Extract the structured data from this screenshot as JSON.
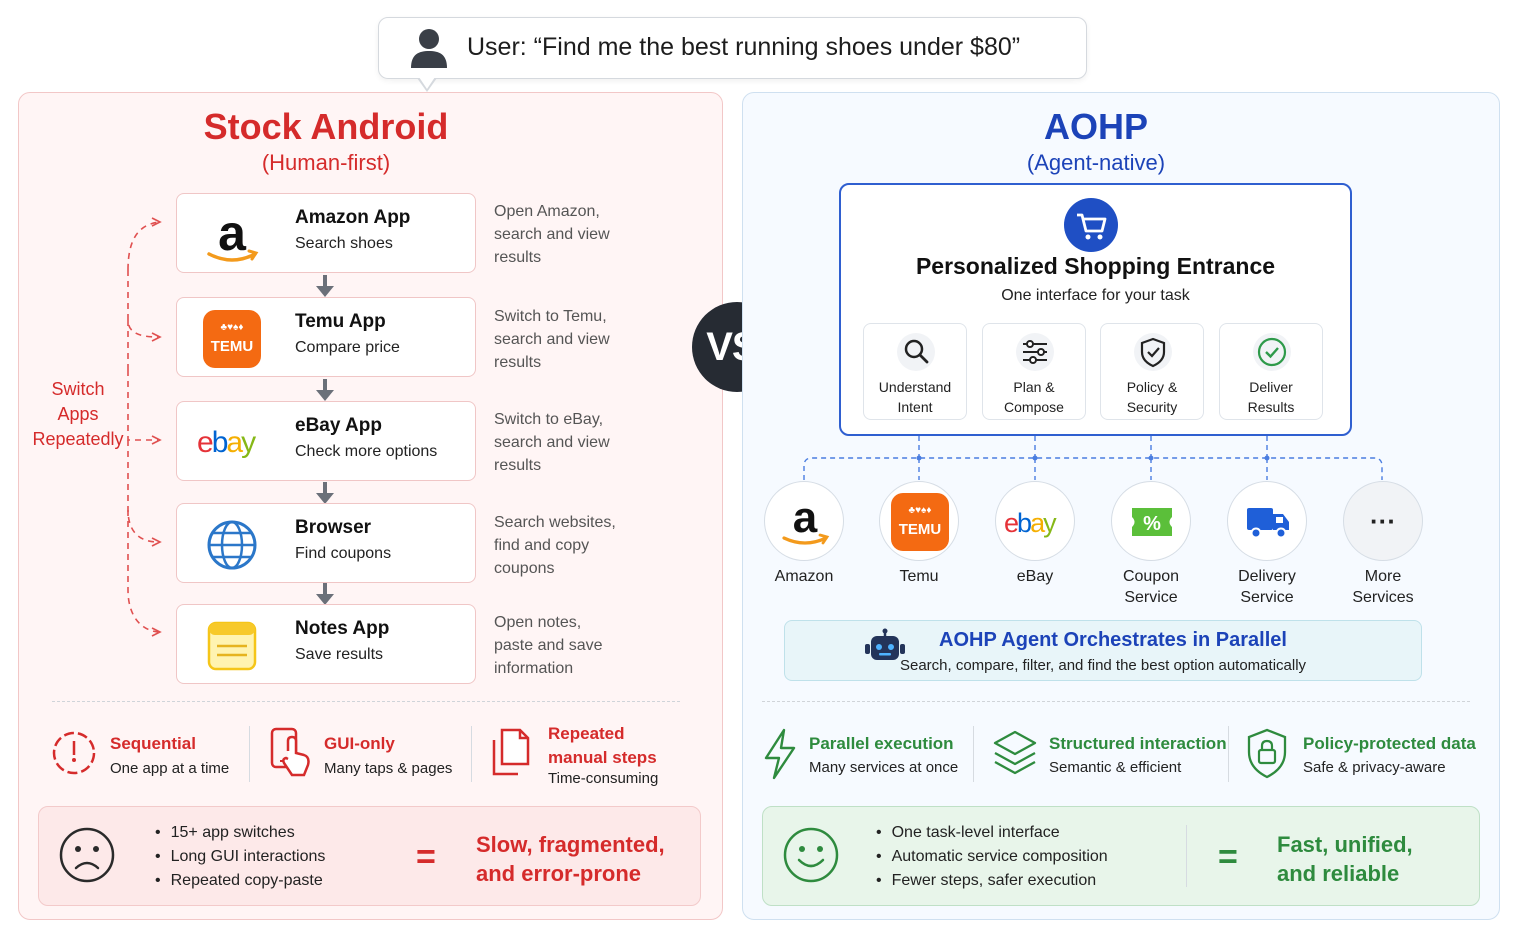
{
  "user_prompt": "User: “Find me the best running shoes under $80”",
  "vs_label": "VS.",
  "left": {
    "title": "Stock Android",
    "subtitle": "(Human-first)",
    "switch_label": [
      "Switch",
      "Apps",
      "Repeatedly"
    ],
    "apps": [
      {
        "icon": "amazon-logo",
        "title": "Amazon App",
        "sub": "Search shoes",
        "desc": [
          "Open Amazon,",
          "search and view",
          "results"
        ]
      },
      {
        "icon": "temu-logo",
        "title": "Temu App",
        "sub": "Compare price",
        "desc": [
          "Switch to Temu,",
          "search and view",
          "results"
        ]
      },
      {
        "icon": "ebay-logo",
        "title": "eBay App",
        "sub": "Check more options",
        "desc": [
          "Switch to eBay,",
          "search and view",
          "results"
        ]
      },
      {
        "icon": "globe-icon",
        "title": "Browser",
        "sub": "Find coupons",
        "desc": [
          "Search websites,",
          "find and copy",
          "coupons"
        ]
      },
      {
        "icon": "notes-icon",
        "title": "Notes App",
        "sub": "Save results",
        "desc": [
          "Open notes,",
          "paste and save",
          "information"
        ]
      }
    ],
    "stats": [
      {
        "icon": "timer-icon",
        "title": "Sequential",
        "sub": "One app at a time"
      },
      {
        "icon": "tap-icon",
        "title": "GUI-only",
        "sub": "Many taps & pages"
      },
      {
        "icon": "copy-icon",
        "title": [
          "Repeated",
          "manual steps"
        ],
        "sub": "Time-consuming"
      }
    ],
    "summary": {
      "icon": "sad-face-icon",
      "bullets": [
        "15+ app switches",
        "Long GUI interactions",
        "Repeated copy-paste"
      ],
      "equals": "=",
      "result": [
        "Slow, fragmented,",
        "and error-prone"
      ]
    },
    "colors": {
      "accent": "#d52b2b",
      "panel_bg": "#fff5f5",
      "border": "#f2c7c7"
    }
  },
  "right": {
    "title": "AOHP",
    "subtitle": "(Agent-native)",
    "entrance": {
      "icon": "shopping-cart-icon",
      "title": "Personalized Shopping Entrance",
      "sub": "One interface for your task",
      "features": [
        {
          "icon": "search-icon",
          "label": [
            "Understand",
            "Intent"
          ]
        },
        {
          "icon": "sliders-icon",
          "label": [
            "Plan &",
            "Compose"
          ]
        },
        {
          "icon": "shield-check-icon",
          "label": [
            "Policy &",
            "Security"
          ]
        },
        {
          "icon": "check-circle-icon",
          "label": [
            "Deliver",
            "Results"
          ]
        }
      ]
    },
    "services": [
      {
        "icon": "amazon-logo",
        "label": [
          "Amazon"
        ]
      },
      {
        "icon": "temu-logo",
        "label": [
          "Temu"
        ]
      },
      {
        "icon": "ebay-logo",
        "label": [
          "eBay"
        ]
      },
      {
        "icon": "coupon-icon",
        "label": [
          "Coupon",
          "Service"
        ]
      },
      {
        "icon": "truck-icon",
        "label": [
          "Delivery",
          "Service"
        ]
      },
      {
        "icon": "more-icon",
        "label": [
          "More",
          "Services"
        ]
      }
    ],
    "orchestrate": {
      "icon": "robot-icon",
      "title": "AOHP Agent Orchestrates in Parallel",
      "sub": "Search, compare, filter, and find the best option automatically"
    },
    "stats": [
      {
        "icon": "lightning-icon",
        "title": "Parallel execution",
        "sub": "Many services at once"
      },
      {
        "icon": "layers-icon",
        "title": "Structured interaction",
        "sub": "Semantic & efficient"
      },
      {
        "icon": "lock-shield-icon",
        "title": "Policy-protected data",
        "sub": "Safe & privacy-aware"
      }
    ],
    "summary": {
      "icon": "happy-face-icon",
      "bullets": [
        "One task-level interface",
        "Automatic service composition",
        "Fewer steps, safer execution"
      ],
      "equals": "=",
      "result": [
        "Fast, unified,",
        "and reliable"
      ]
    },
    "colors": {
      "accent": "#1c43b8",
      "green": "#2e8b3e",
      "panel_bg": "#f6faff",
      "border": "#cfe0f0"
    }
  },
  "logo_text": {
    "amazon": "a",
    "temu": "TEMU",
    "ebay": [
      "e",
      "b",
      "a",
      "y"
    ],
    "coupon": "%",
    "more": "···"
  }
}
